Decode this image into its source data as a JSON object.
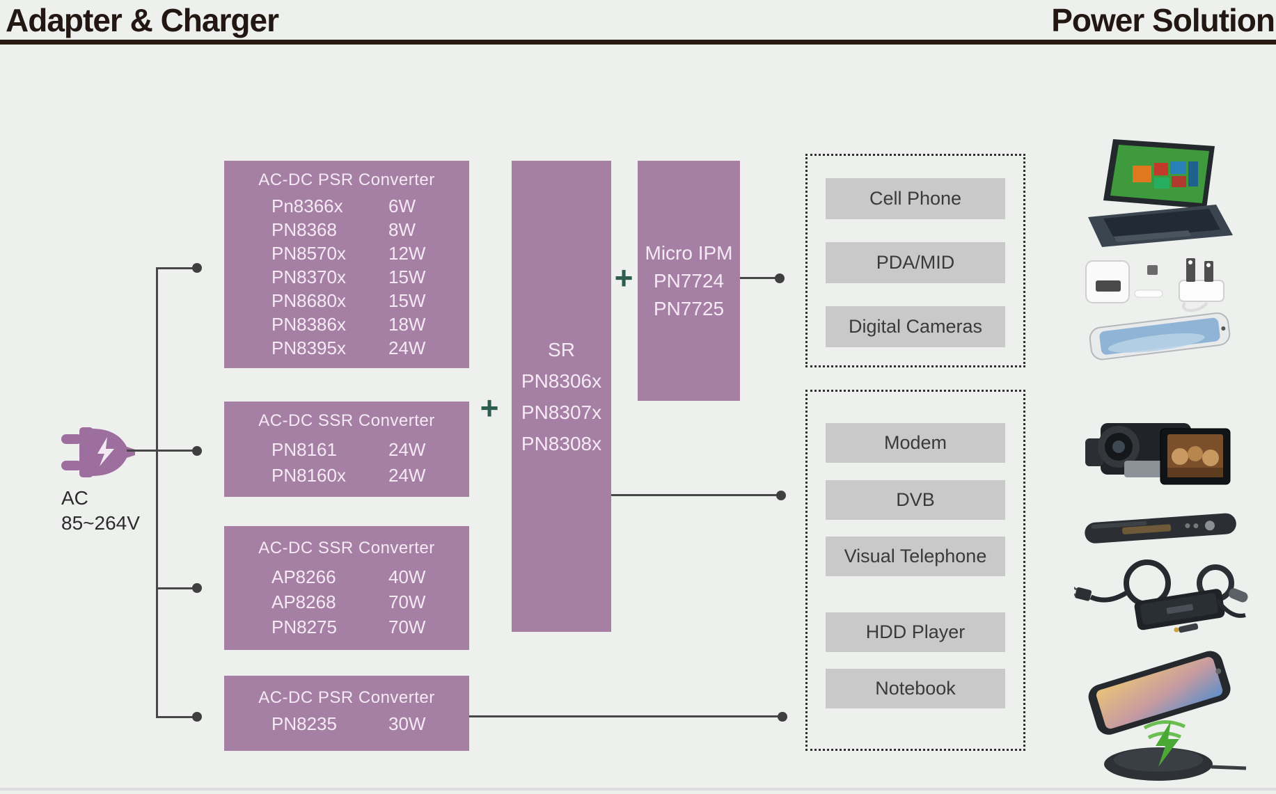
{
  "header": {
    "left_title": "Adapter & Charger",
    "right_title": "Power Solution"
  },
  "ac_source": {
    "line1": "AC",
    "line2": "85~264V"
  },
  "plus_sign": "+",
  "converters": [
    {
      "title": "AC-DC PSR Converter",
      "rows": [
        {
          "pn": "Pn8366x",
          "watt": "6W"
        },
        {
          "pn": "PN8368",
          "watt": "8W"
        },
        {
          "pn": "PN8570x",
          "watt": "12W"
        },
        {
          "pn": "PN8370x",
          "watt": "15W"
        },
        {
          "pn": "PN8680x",
          "watt": "15W"
        },
        {
          "pn": "PN8386x",
          "watt": "18W"
        },
        {
          "pn": "PN8395x",
          "watt": "24W"
        }
      ]
    },
    {
      "title": "AC-DC SSR Converter",
      "rows": [
        {
          "pn": "PN8161",
          "watt": "24W"
        },
        {
          "pn": "PN8160x",
          "watt": "24W"
        }
      ]
    },
    {
      "title": "AC-DC SSR Converter",
      "rows": [
        {
          "pn": "AP8266",
          "watt": "40W"
        },
        {
          "pn": "AP8268",
          "watt": "70W"
        },
        {
          "pn": "PN8275",
          "watt": "70W"
        }
      ]
    },
    {
      "title": "AC-DC PSR Converter",
      "rows": [
        {
          "pn": "PN8235",
          "watt": "30W"
        }
      ]
    }
  ],
  "sr_block": {
    "title": "SR",
    "parts": [
      "PN8306x",
      "PN8307x",
      "PN8308x"
    ]
  },
  "micro_ipm_block": {
    "title": "Micro IPM",
    "parts": [
      "PN7724",
      "PN7725"
    ]
  },
  "applications_group1": {
    "items": [
      "Cell Phone",
      "PDA/MID",
      "Digital Cameras"
    ]
  },
  "applications_group2": {
    "items": [
      "Modem",
      "DVB",
      "Visual Telephone",
      "HDD Player",
      "Notebook"
    ]
  },
  "product_images": [
    "laptop",
    "usb-chargers",
    "smartphone",
    "camcorder",
    "soundbar",
    "power-adapter",
    "wireless-charging-pad"
  ],
  "colors": {
    "box_purple": "#a580a4",
    "plus_green": "#2d5c50",
    "button_gray": "#c9c9c9",
    "line_dark": "#474747",
    "header_dark": "#221712",
    "background": "#eef0ee"
  }
}
